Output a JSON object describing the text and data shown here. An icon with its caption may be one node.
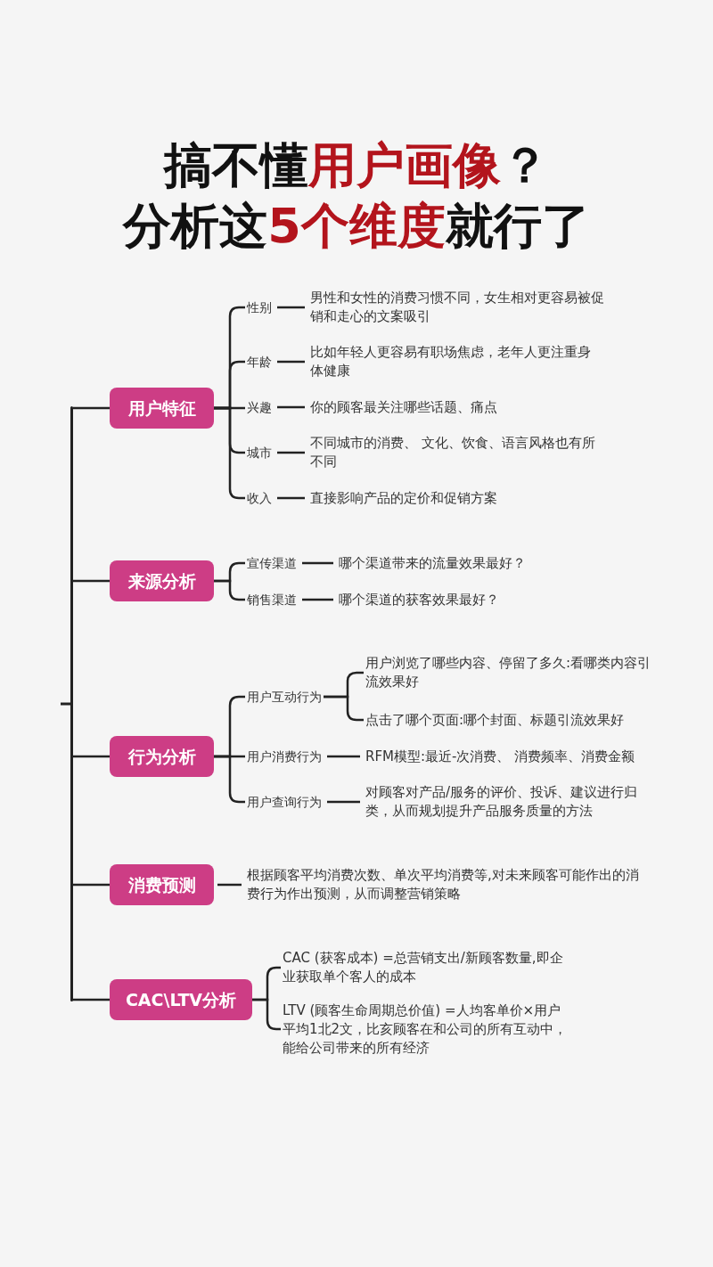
{
  "diagram": {
    "title": "搞不懂**用户画像**？分析这**5个维度**就行了",
    "nodes": [
      {
        "text": [
          "用户特征"
        ]
      },
      {
        "text": [
          "性别"
        ]
      },
      {
        "text": [
          "男性和女性的消费习惯不同，女生相对更容易被促销和走心的文案吸引"
        ]
      },
      {
        "text": [
          "年龄"
        ]
      },
      {
        "text": [
          "比如年轻人更容易有职场焦虑，老年人更注重身体健康"
        ]
      },
      {
        "text": [
          "兴趣"
        ]
      },
      {
        "text": [
          "你的顾客最关注哪些话题、痛点"
        ]
      },
      {
        "text": [
          "城市"
        ]
      },
      {
        "text": [
          "不同城市的消费、 文化、饮食、语言风格也有所不同"
        ]
      },
      {
        "text": [
          "收入"
        ]
      },
      {
        "text": [
          "直接影响产品的定价和促销方案"
        ]
      },
      {
        "text": [
          "来源分析"
        ]
      },
      {
        "text": [
          "宣传渠道"
        ]
      },
      {
        "text": [
          "哪个渠道带来的流量效果最好？"
        ]
      },
      {
        "text": [
          "销售渠道"
        ]
      },
      {
        "text": [
          "哪个渠道的获客效果最好？"
        ]
      },
      {
        "text": [
          "行为分析"
        ]
      },
      {
        "text": [
          "用户互动行为"
        ]
      },
      {
        "text": [
          "用户浏览了哪些内容、停留了多久:看哪类内容引流效果好"
        ]
      },
      {
        "text": [
          "点击了哪个页面:哪个封面、标题引流效果好"
        ]
      },
      {
        "text": [
          "用户消费行为"
        ]
      },
      {
        "text": [
          "RFM模型:最近-次消费、 消费频率、消费金额"
        ]
      },
      {
        "text": [
          "用户查询行为"
        ]
      },
      {
        "text": [
          "对顾客对产品/服务的评价、投诉、建议进行归类，从而规划提升产品服务质量的方法"
        ]
      },
      {
        "text": [
          "消费预测"
        ]
      },
      {
        "text": [
          "根据顾客平均消费次数、单次平均消费等,对未来顾客可能作出的消费行为作出预测，从而调整营销策略"
        ]
      },
      {
        "text": [
          "CAC\\LTV分析"
        ]
      },
      {
        "text": [
          "CAC (获客成本) =总营销支出/新顾客数量,即企业获取单个客人的成本"
        ]
      },
      {
        "text": [
          "LTV (顾客生命周期总价值) =人均客单价×用户平均1北2文，比亥顾客在和公司的所有互动中，能给公司带来的所有经济"
        ]
      },
      {
        "text": [],
        "shape": "bar"
      }
    ],
    "edges": [
      {
        "from": 29,
        "to": 0,
        "arrow": "none"
      },
      {
        "from": 29,
        "to": 11,
        "arrow": "none"
      },
      {
        "from": 29,
        "to": 16,
        "arrow": "none"
      },
      {
        "from": 29,
        "to": 24,
        "arrow": "none"
      },
      {
        "from": 29,
        "to": 26,
        "arrow": "none"
      },
      {
        "from": 0,
        "to": 1,
        "arrow": "none"
      },
      {
        "from": 1,
        "to": 2,
        "arrow": "none"
      },
      {
        "from": 0,
        "to": 3,
        "arrow": "none"
      },
      {
        "from": 3,
        "to": 4,
        "arrow": "none"
      },
      {
        "from": 0,
        "to": 5,
        "arrow": "none"
      },
      {
        "from": 5,
        "to": 6,
        "arrow": "none"
      },
      {
        "from": 0,
        "to": 7,
        "arrow": "none"
      },
      {
        "from": 7,
        "to": 8,
        "arrow": "none"
      },
      {
        "from": 0,
        "to": 9,
        "arrow": "none"
      },
      {
        "from": 9,
        "to": 10,
        "arrow": "none"
      },
      {
        "from": 11,
        "to": 12,
        "arrow": "none"
      },
      {
        "from": 12,
        "to": 13,
        "arrow": "none"
      },
      {
        "from": 11,
        "to": 14,
        "arrow": "none"
      },
      {
        "from": 14,
        "to": 15,
        "arrow": "none"
      },
      {
        "from": 16,
        "to": 17,
        "arrow": "none"
      },
      {
        "from": 17,
        "to": 18,
        "arrow": "none"
      },
      {
        "from": 17,
        "to": 19,
        "arrow": "none"
      },
      {
        "from": 16,
        "to": 20,
        "arrow": "none"
      },
      {
        "from": 20,
        "to": 21,
        "arrow": "none"
      },
      {
        "from": 16,
        "to": 22,
        "arrow": "none"
      },
      {
        "from": 22,
        "to": 23,
        "arrow": "none"
      },
      {
        "from": 24,
        "to": 25,
        "arrow": "none"
      },
      {
        "from": 26,
        "to": 27,
        "arrow": "none"
      },
      {
        "from": 26,
        "to": 28,
        "arrow": "none"
      }
    ]
  }
}
